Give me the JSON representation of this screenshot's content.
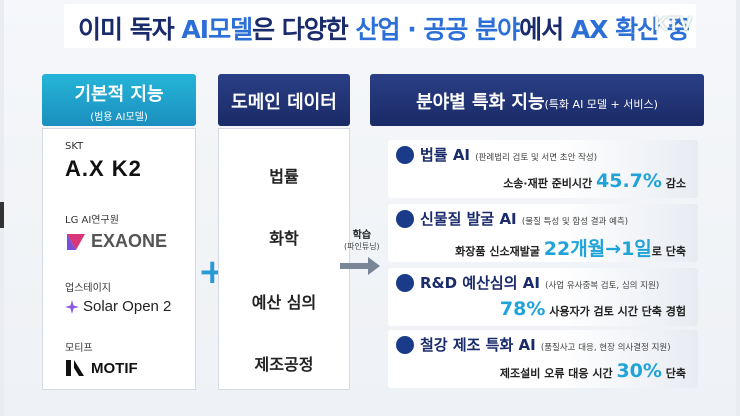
{
  "title": {
    "part1": "이미 독자 ",
    "part2": "AI모델",
    "part3": "은 다양한 ",
    "part4": "산업 · 공공 분야",
    "part5": "에서 ",
    "part6": "AX 확산 중"
  },
  "broadcaster": "KTV",
  "columns": {
    "basic": {
      "title": "기본적 지능",
      "subtitle": "(범용 AI모델)"
    },
    "domain": {
      "title": "도메인 데이터"
    },
    "special": {
      "title": "분야별 특화 지능",
      "subtitle": "(특화 AI 모델 + 서비스)"
    }
  },
  "models": [
    {
      "org": "SKT",
      "name": "A.X K2"
    },
    {
      "org": "LG AI연구원",
      "name": "EXAONE"
    },
    {
      "org": "업스테이지",
      "name": "Solar Open 2"
    },
    {
      "org": "모티프",
      "name": "MOTIF"
    }
  ],
  "plus_symbol": "+",
  "domains": [
    "법률",
    "화학",
    "예산 심의",
    "제조공정"
  ],
  "learning": {
    "label": "학습",
    "sub": "(파인튜닝)"
  },
  "specials": [
    {
      "title": "법률 AI",
      "note": "(판례법리 검토 및 서면 초안 작성)",
      "result_prefix": "소송·재판 준비시간 ",
      "result_value": "45.7%",
      "result_suffix": " 감소"
    },
    {
      "title": "신물질 발굴 AI",
      "note": "(물질 특성 및 합성 결과 예측)",
      "result_prefix": "화장품 신소재발굴 ",
      "result_value": "22개월→1일",
      "result_suffix": "로 단축"
    },
    {
      "title": "R&D 예산심의 AI",
      "note": "(사업 유사중복 검토, 심의 지원)",
      "result_prefix": "",
      "result_value": "78%",
      "result_suffix": " 사용자가 검토 시간 단축 경험"
    },
    {
      "title": "철강 제조 특화 AI",
      "note": "(품질사고 대응, 현장 의사결정 지원)",
      "result_prefix": "제조설비 오류 대응 시간 ",
      "result_value": "30%",
      "result_suffix": " 단축"
    }
  ],
  "colors": {
    "navy": "#1a2b6b",
    "accent_blue": "#20a3d8",
    "cyan_header": "#25b5d8"
  }
}
